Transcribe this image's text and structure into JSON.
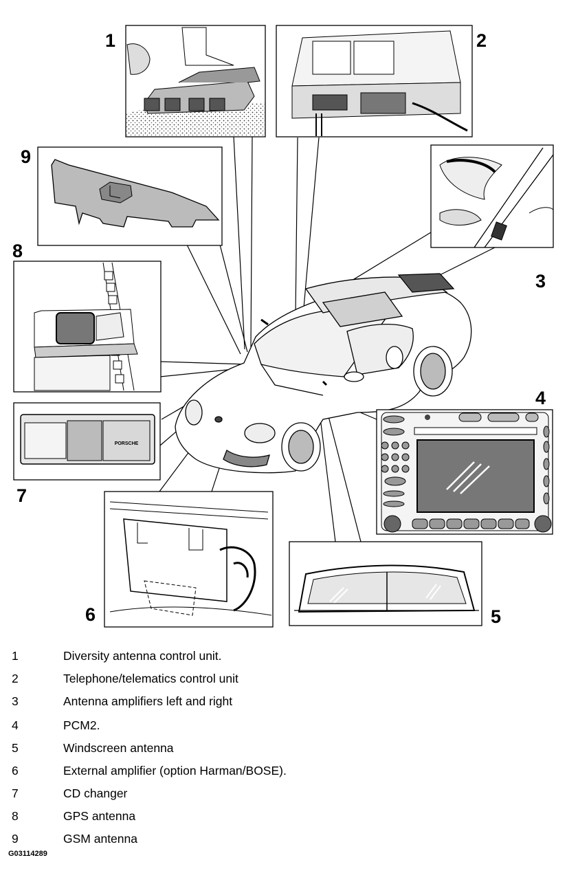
{
  "callouts": [
    "1",
    "2",
    "3",
    "4",
    "5",
    "6",
    "7",
    "8",
    "9"
  ],
  "legend": [
    {
      "number": "1",
      "text": "Diversity antenna control unit."
    },
    {
      "number": "2",
      "text": "Telephone/telematics control unit"
    },
    {
      "number": "3",
      "text": "Antenna amplifiers left and right"
    },
    {
      "number": "4",
      "text": "PCM2."
    },
    {
      "number": "5",
      "text": "Windscreen antenna"
    },
    {
      "number": "6",
      "text": "External amplifier (option Harman/BOSE)."
    },
    {
      "number": "7",
      "text": "CD changer"
    },
    {
      "number": "8",
      "text": "GPS antenna"
    },
    {
      "number": "9",
      "text": "GSM antenna"
    }
  ],
  "figure_code": "G03114289",
  "device_brand": "PORSCHE"
}
